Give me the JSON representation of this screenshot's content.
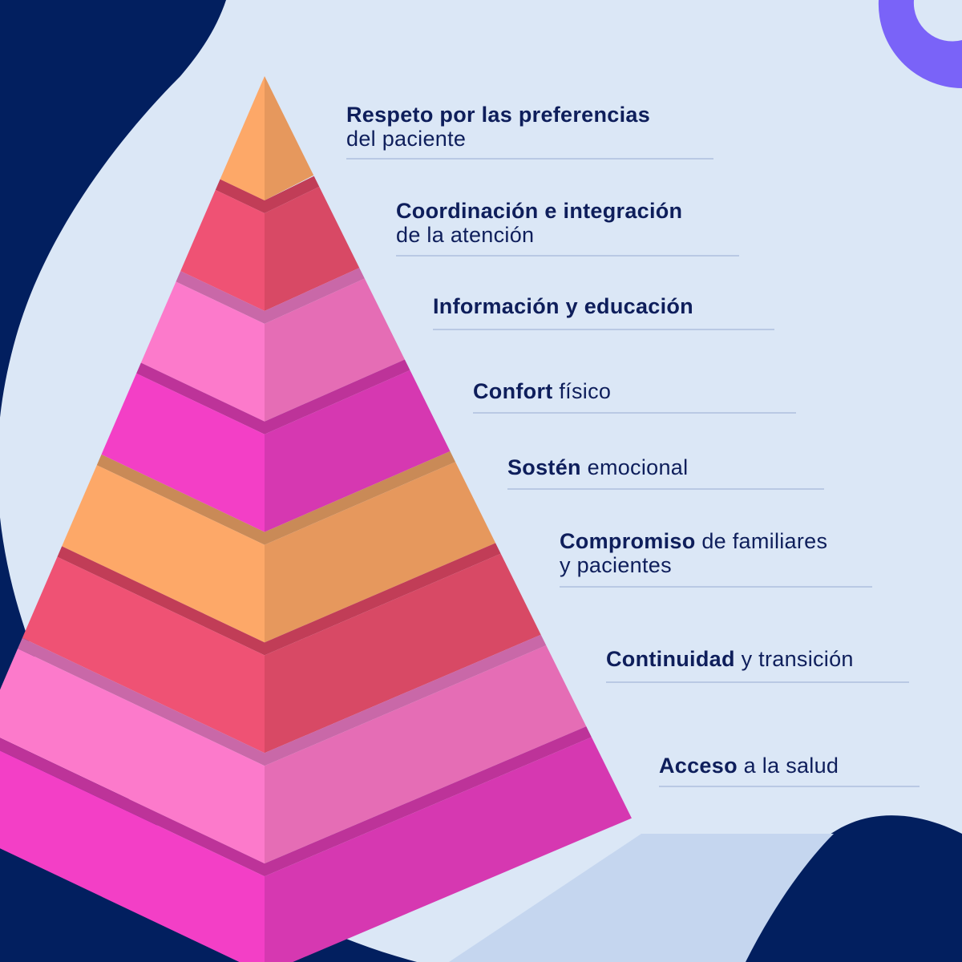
{
  "palette": {
    "navy": "#021f5f",
    "light_bg": "#dbe7f6",
    "violet_ring": "#7a63f8",
    "text": "#0e1e5b",
    "rule": "#b9c9e4"
  },
  "pyramid": {
    "levels": [
      {
        "bold": "Respeto por las preferencias",
        "rest": "",
        "line2": "del paciente",
        "left_color": "#fda868",
        "right_color": "#e6985d",
        "top_color": "#e6985d"
      },
      {
        "bold": "Coordinación e integración",
        "rest": "",
        "line2": "de la atención",
        "left_color": "#ef5274",
        "right_color": "#d84965",
        "top_color": "#c13d57"
      },
      {
        "bold": "Información y educación",
        "rest": "",
        "line2": "",
        "left_color": "#fc7acb",
        "right_color": "#e56db5",
        "top_color": "#c968a8"
      },
      {
        "bold": "Confort",
        "rest": " físico",
        "line2": "",
        "left_color": "#f33fc6",
        "right_color": "#d638b1",
        "top_color": "#bd3399"
      },
      {
        "bold": "Sostén",
        "rest": " emocional",
        "line2": "",
        "left_color": "#fda868",
        "right_color": "#e6985d",
        "top_color": "#c98a57"
      },
      {
        "bold": "Compromiso",
        "rest": " de familiares",
        "line2": "y pacientes",
        "left_color": "#ef5274",
        "right_color": "#d84965",
        "top_color": "#c13d57"
      },
      {
        "bold": "Continuidad",
        "rest": " y transición",
        "line2": "",
        "left_color": "#fc7acb",
        "right_color": "#e56db5",
        "top_color": "#c968a8"
      },
      {
        "bold": "Acceso",
        "rest": " a la salud",
        "line2": "",
        "left_color": "#f33fc6",
        "right_color": "#d638b1",
        "top_color": "#bd3399"
      }
    ]
  }
}
